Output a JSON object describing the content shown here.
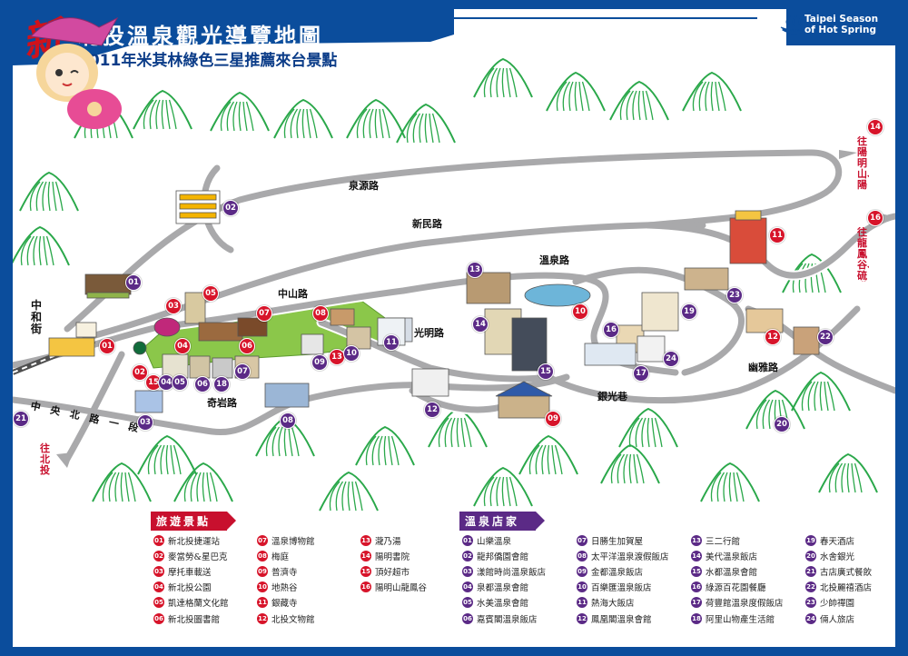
{
  "title": {
    "xin": "新",
    "main": "北投溫泉觀光導覽地圖",
    "sub_year": "2011",
    "sub_rest": "年米其林綠色三星推薦來台景點"
  },
  "brand": {
    "line1": "Taipei Season",
    "line2": "of Hot Spring",
    "icon": "hot-spring-icon"
  },
  "colors": {
    "frame": "#0b4d9c",
    "road": "#a9a9ab",
    "road_edge": "#ffffff",
    "mountain": "#2aa84a",
    "park": "#7cc242",
    "marker_red": "#d7142a",
    "marker_purple": "#5b2a86"
  },
  "roads": {
    "quanyuan": "泉源路",
    "xinmin": "新民路",
    "wenquan": "溫泉路",
    "zhongshan": "中山路",
    "guangming": "光明路",
    "qiyan": "奇岩路",
    "youya": "幽雅路",
    "yinguang": "銀光巷",
    "zhonghe": "中和街",
    "zhongyang": "中央北路一段"
  },
  "destinations": {
    "yangming": "往陽明山、陽明書院",
    "longfeng": "往龍鳳谷、硫磺谷",
    "beitou": "往北投",
    "yangming_num": "14",
    "longfeng_num": "16"
  },
  "map_markers": [
    {
      "n": "01",
      "type": "red"
    },
    {
      "n": "02",
      "type": "red"
    },
    {
      "n": "03",
      "type": "red"
    },
    {
      "n": "04",
      "type": "red"
    },
    {
      "n": "05",
      "type": "red"
    },
    {
      "n": "06",
      "type": "red"
    },
    {
      "n": "07",
      "type": "red"
    },
    {
      "n": "08",
      "type": "red"
    },
    {
      "n": "09",
      "type": "red"
    },
    {
      "n": "10",
      "type": "red"
    },
    {
      "n": "11",
      "type": "red"
    },
    {
      "n": "12",
      "type": "red"
    },
    {
      "n": "13",
      "type": "red"
    },
    {
      "n": "15",
      "type": "red"
    },
    {
      "n": "01",
      "type": "purple"
    },
    {
      "n": "02",
      "type": "purple"
    },
    {
      "n": "03",
      "type": "purple"
    },
    {
      "n": "04",
      "type": "purple"
    },
    {
      "n": "05",
      "type": "purple"
    },
    {
      "n": "06",
      "type": "purple"
    },
    {
      "n": "07",
      "type": "purple"
    },
    {
      "n": "08",
      "type": "purple"
    },
    {
      "n": "09",
      "type": "purple"
    },
    {
      "n": "10",
      "type": "purple"
    },
    {
      "n": "11",
      "type": "purple"
    },
    {
      "n": "12",
      "type": "purple"
    },
    {
      "n": "13",
      "type": "purple"
    },
    {
      "n": "14",
      "type": "purple"
    },
    {
      "n": "15",
      "type": "purple"
    },
    {
      "n": "16",
      "type": "purple"
    },
    {
      "n": "17",
      "type": "purple"
    },
    {
      "n": "18",
      "type": "purple"
    },
    {
      "n": "19",
      "type": "purple"
    },
    {
      "n": "20",
      "type": "purple"
    },
    {
      "n": "21",
      "type": "purple"
    },
    {
      "n": "22",
      "type": "purple"
    },
    {
      "n": "23",
      "type": "purple"
    },
    {
      "n": "24",
      "type": "purple"
    }
  ],
  "legend": {
    "attractions_title": "旅遊景點",
    "attractions": [
      {
        "n": "01",
        "name": "新北投捷運站"
      },
      {
        "n": "02",
        "name": "麥當勞&星巴克"
      },
      {
        "n": "03",
        "name": "摩托車載送"
      },
      {
        "n": "04",
        "name": "新北投公園"
      },
      {
        "n": "05",
        "name": "凱達格蘭文化館"
      },
      {
        "n": "06",
        "name": "新北投圖書館"
      },
      {
        "n": "07",
        "name": "溫泉博物館"
      },
      {
        "n": "08",
        "name": "梅庭"
      },
      {
        "n": "09",
        "name": "普濟寺"
      },
      {
        "n": "10",
        "name": "地熱谷"
      },
      {
        "n": "11",
        "name": "銀藏寺"
      },
      {
        "n": "12",
        "name": "北投文物館"
      },
      {
        "n": "13",
        "name": "瀧乃湯"
      },
      {
        "n": "14",
        "name": "陽明書院"
      },
      {
        "n": "15",
        "name": "頂好超市"
      },
      {
        "n": "16",
        "name": "陽明山龍鳳谷"
      }
    ],
    "hotels_title": "溫泉店家",
    "hotels": [
      {
        "n": "01",
        "name": "山樂溫泉"
      },
      {
        "n": "02",
        "name": "龍邦僑園會館"
      },
      {
        "n": "03",
        "name": "漾館時尚溫泉飯店"
      },
      {
        "n": "04",
        "name": "泉都溫泉會館"
      },
      {
        "n": "05",
        "name": "水美溫泉會館"
      },
      {
        "n": "06",
        "name": "嘉賓閣溫泉飯店"
      },
      {
        "n": "07",
        "name": "日勝生加賀屋"
      },
      {
        "n": "08",
        "name": "太平洋溫泉渡假飯店"
      },
      {
        "n": "09",
        "name": "金都溫泉飯店"
      },
      {
        "n": "10",
        "name": "百樂匯溫泉飯店"
      },
      {
        "n": "11",
        "name": "熱海大飯店"
      },
      {
        "n": "12",
        "name": "鳳凰閣溫泉會館"
      },
      {
        "n": "13",
        "name": "三二行館"
      },
      {
        "n": "14",
        "name": "美代溫泉飯店"
      },
      {
        "n": "15",
        "name": "水都溫泉會館"
      },
      {
        "n": "16",
        "name": "綠源百花園餐廳"
      },
      {
        "n": "17",
        "name": "荷豐館溫泉度假飯店"
      },
      {
        "n": "18",
        "name": "阿里山物產生活館"
      },
      {
        "n": "19",
        "name": "春天酒店"
      },
      {
        "n": "20",
        "name": "水舍銀光"
      },
      {
        "n": "21",
        "name": "古店廣式餐飲"
      },
      {
        "n": "22",
        "name": "北投麗禧酒店"
      },
      {
        "n": "23",
        "name": "少帥禪園"
      },
      {
        "n": "24",
        "name": "倆人旅店"
      }
    ]
  }
}
